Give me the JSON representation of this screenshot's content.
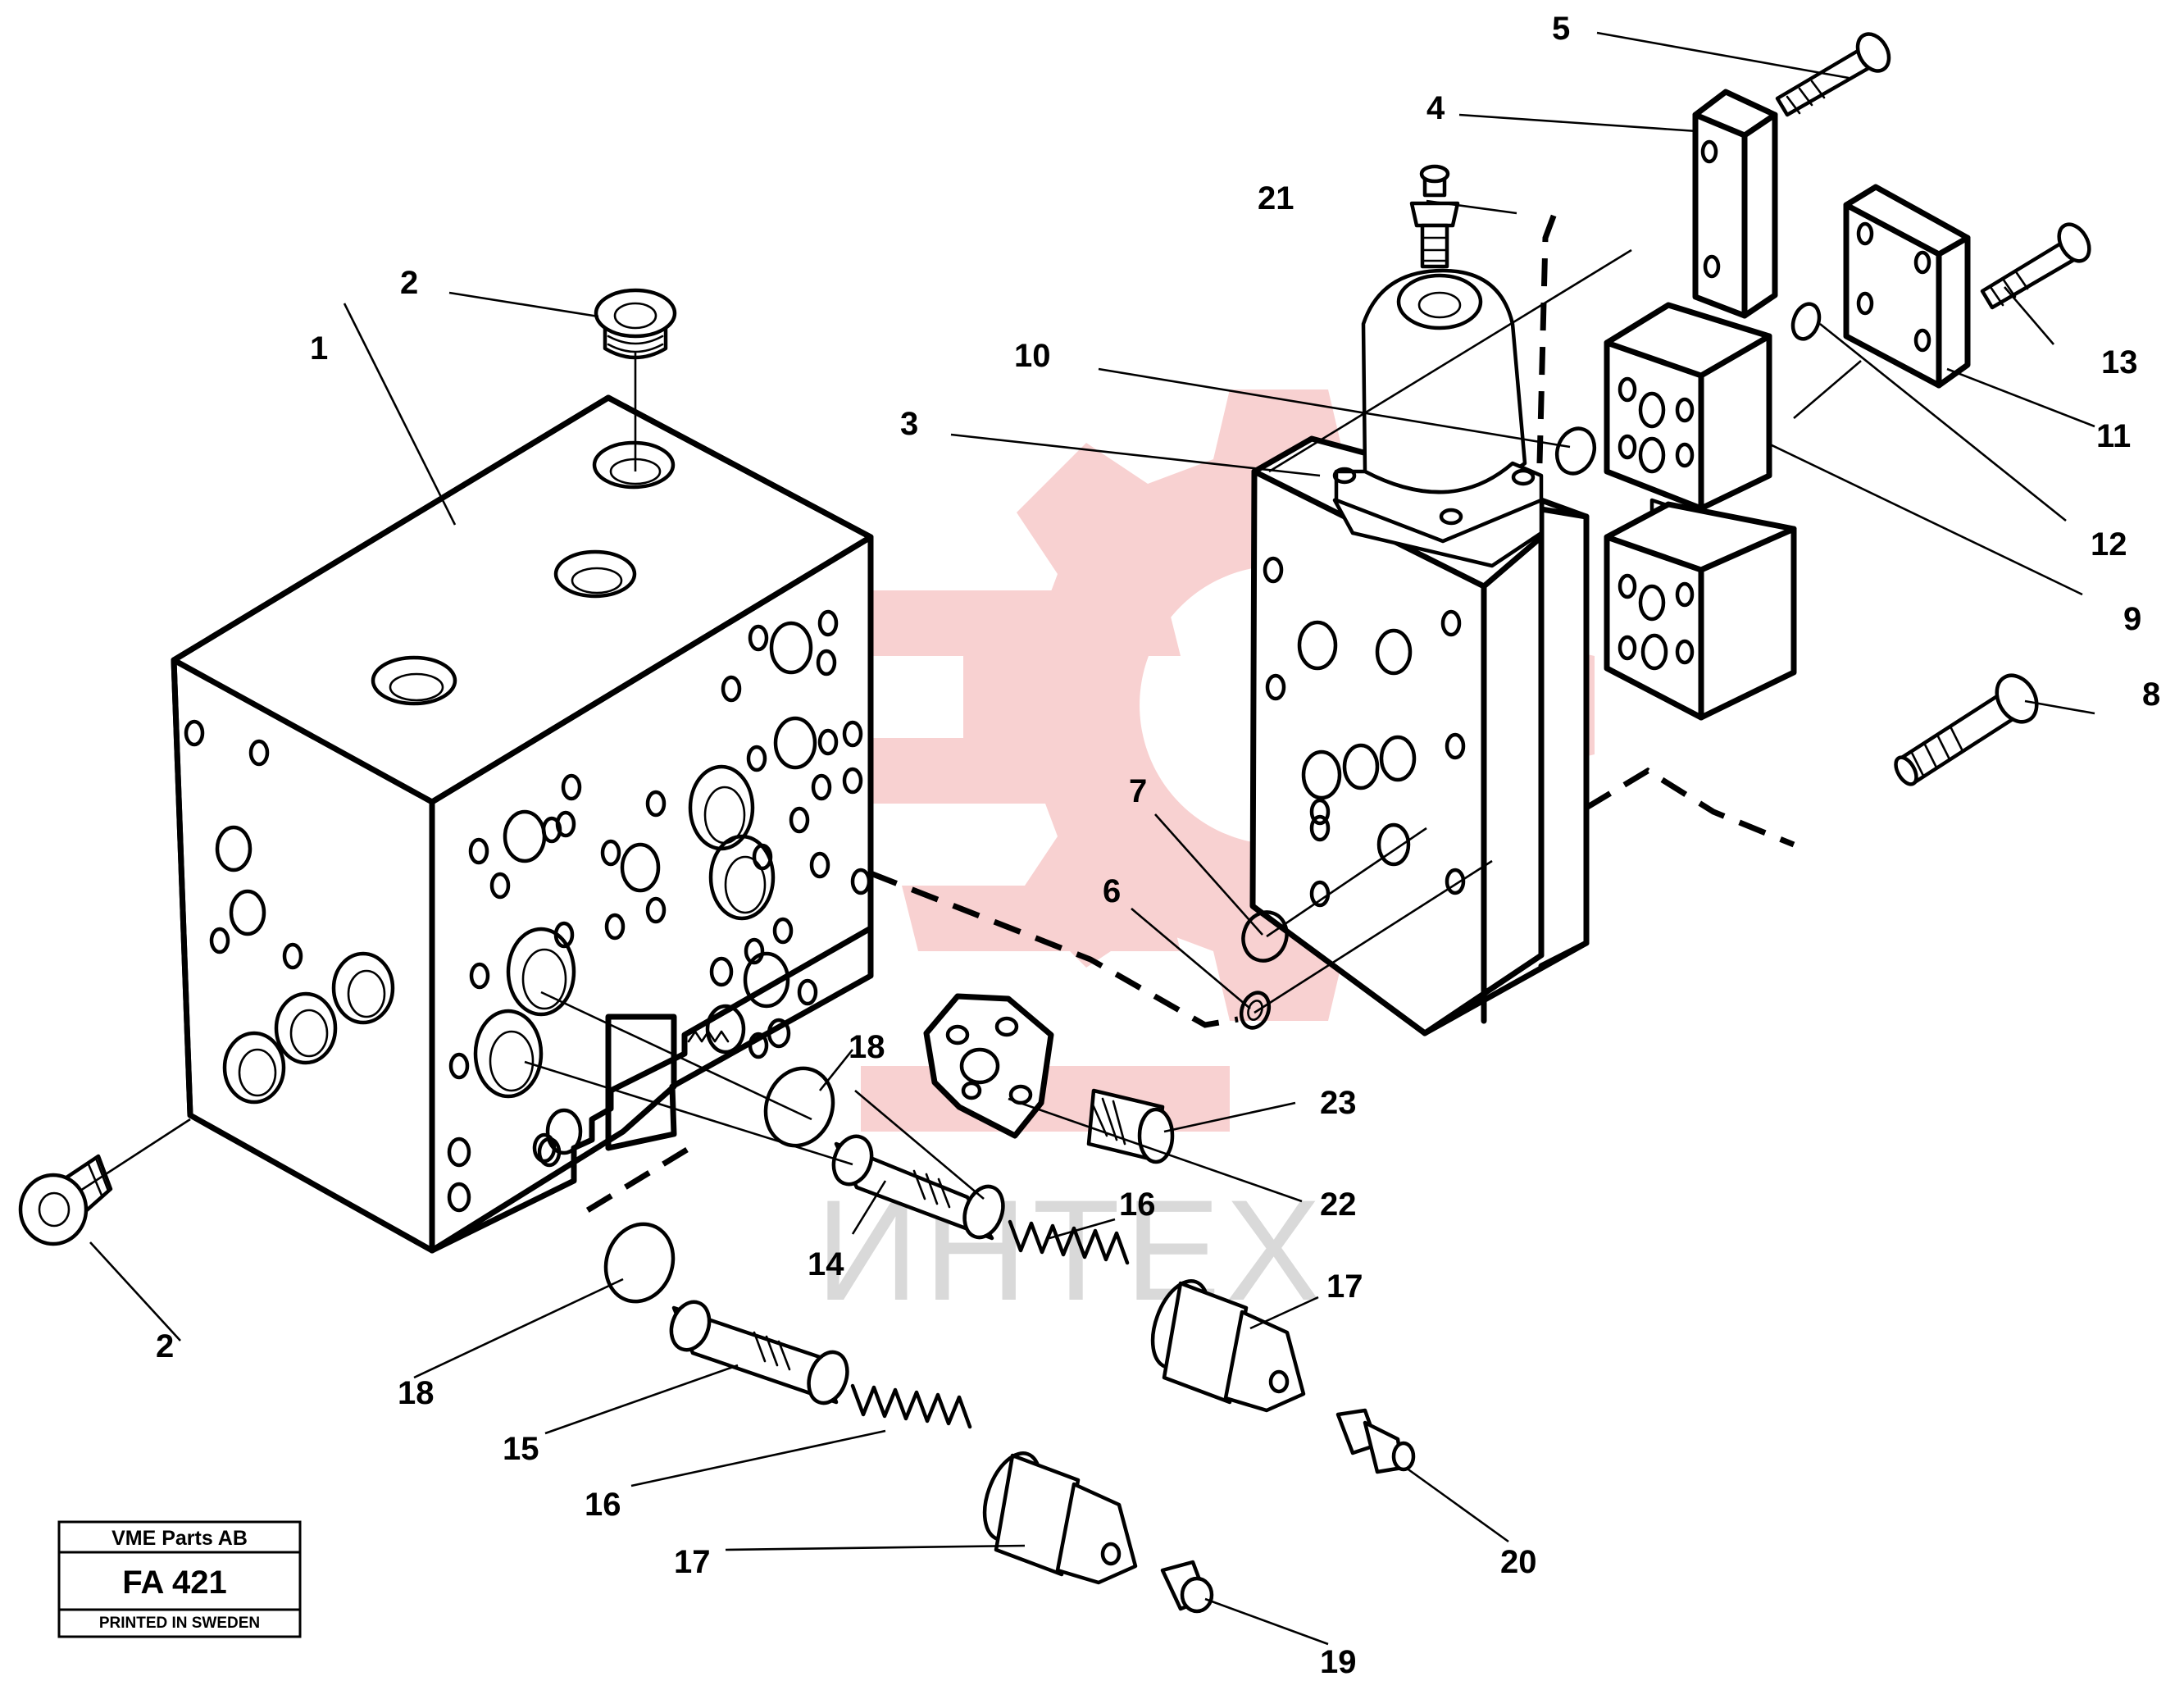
{
  "watermark": {
    "text": "ИНТЕХ",
    "gear_color": "#f7c9c9"
  },
  "title_block": {
    "company": "VME Parts AB",
    "code": "FA 421",
    "printed": "PRINTED IN SWEDEN"
  },
  "callouts": {
    "c1": "1",
    "c2a": "2",
    "c2b": "2",
    "c3": "3",
    "c4": "4",
    "c5": "5",
    "c6": "6",
    "c7": "7",
    "c8": "8",
    "c9": "9",
    "c10": "10",
    "c11": "11",
    "c12": "12",
    "c13": "13",
    "c14": "14",
    "c15": "15",
    "c16a": "16",
    "c16b": "16",
    "c17a": "17",
    "c17b": "17",
    "c18a": "18",
    "c18b": "18",
    "c19": "19",
    "c20": "20",
    "c21": "21",
    "c22": "22",
    "c23": "23"
  }
}
